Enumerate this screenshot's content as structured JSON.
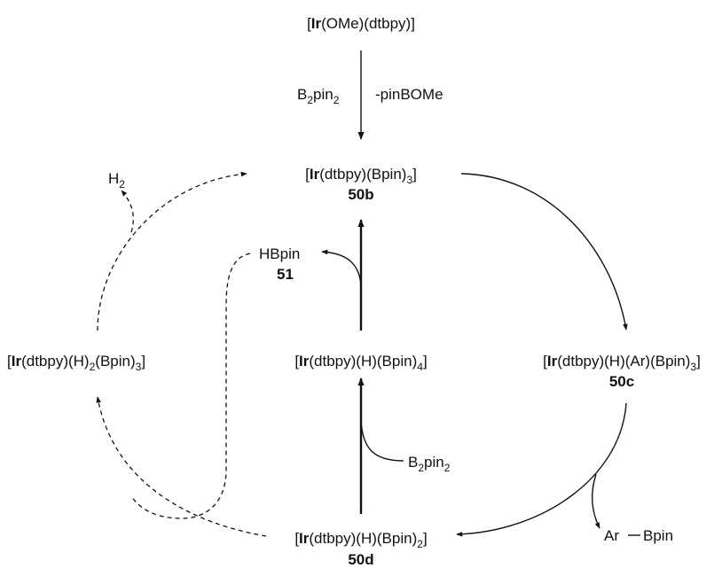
{
  "precatalyst": {
    "open": "[",
    "ir": "Ir",
    "rest": "(OMe)(dtbpy)]"
  },
  "activation": {
    "reagent": {
      "base": "B",
      "sub": "2",
      "tail": "pin",
      "sub2": "2"
    },
    "byproduct": "-pinBOMe"
  },
  "species_50b": {
    "open": "[",
    "ir": "Ir",
    "rest": "(dtbpy)(Bpin)",
    "sub": "3",
    "close": "]",
    "id": "50b"
  },
  "species_50c": {
    "open": "[",
    "ir": "Ir",
    "rest": "(dtbpy)(H)(Ar)(Bpin)",
    "sub": "3",
    "close": "]",
    "id": "50c"
  },
  "species_50d": {
    "open": "[",
    "ir": "Ir",
    "rest": "(dtbpy)(H)(Bpin)",
    "sub": "2",
    "close": "]",
    "id": "50d"
  },
  "species_ir_h_bpin4": {
    "open": "[",
    "ir": "Ir",
    "rest": "(dtbpy)(H)(Bpin)",
    "sub": "4",
    "close": "]"
  },
  "species_ir_h2_bpin3": {
    "open": "[",
    "ir": "Ir",
    "rest": "(dtbpy)(H)",
    "sub": "2",
    "mid": "(Bpin)",
    "sub2": "3",
    "close": "]"
  },
  "hbpin": {
    "label": "HBpin",
    "id": "51"
  },
  "h2": {
    "base": "H",
    "sub": "2"
  },
  "b2pin2_in": {
    "base": "B",
    "sub": "2",
    "tail": "pin",
    "sub2": "2"
  },
  "product": {
    "ar": "Ar",
    "bpin": "Bpin"
  }
}
